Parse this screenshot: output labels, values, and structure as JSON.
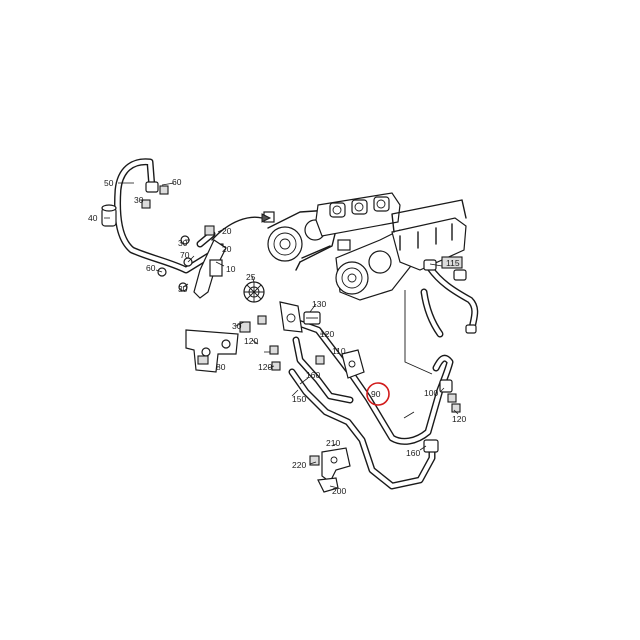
{
  "labels": {
    "l10": "10",
    "l20a": "20",
    "l20b": "20",
    "l25": "25",
    "l30a": "30",
    "l30b": "30",
    "l30c": "30",
    "l30d": "30",
    "l40": "40",
    "l50": "50",
    "l60a": "60",
    "l60b": "60",
    "l70": "70",
    "l80": "80",
    "l90": "90",
    "l100": "100",
    "l110": "110",
    "l115": "115",
    "l120a": "120",
    "l120b": "120",
    "l120c": "120",
    "l120d": "120",
    "l130": "130",
    "l150": "150",
    "l160a": "160",
    "l160b": "160",
    "l200": "200",
    "l210": "210",
    "l220": "220"
  },
  "highlight": {
    "label_ref": "90",
    "color": "#d11a1a"
  }
}
